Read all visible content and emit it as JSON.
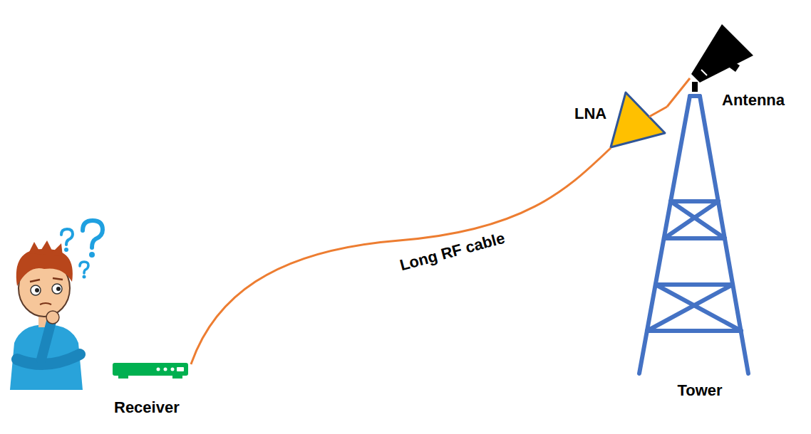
{
  "diagram": {
    "nodes": [
      {
        "text": [
          "Receiver"
        ]
      },
      {
        "text": [
          "LNA"
        ]
      },
      {
        "text": [
          "Antenna"
        ]
      },
      {
        "text": [
          "Tower"
        ]
      }
    ],
    "edges": [
      {
        "from": 0,
        "to": 1,
        "arrow": "none",
        "label": "Long RF cable"
      },
      {
        "from": 1,
        "to": 2,
        "arrow": "none"
      }
    ]
  }
}
